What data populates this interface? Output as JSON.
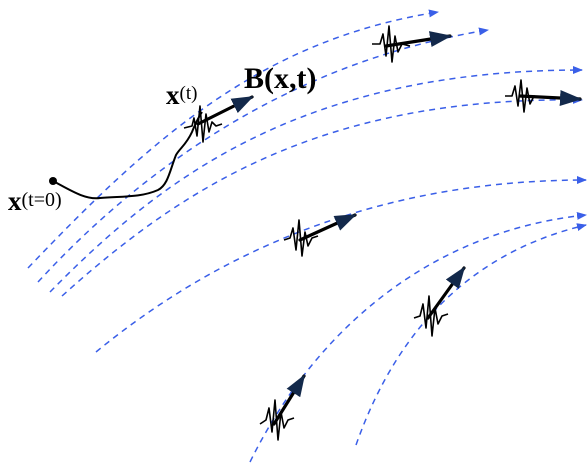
{
  "colors": {
    "field_line": "#3a5fe8",
    "arrow": "#000000",
    "arrow_head": "#13294b"
  },
  "labels": {
    "field": "B(x,t)",
    "position_bold": "x",
    "position_arg": "(t)",
    "start_bold": "x",
    "start_arg": "(t=0)"
  },
  "icons": {
    "field_arrowhead": "dashed-line-arrowhead",
    "wave_packet": "oscillating-wave-packet",
    "direction_arrow": "thick-arrow"
  }
}
